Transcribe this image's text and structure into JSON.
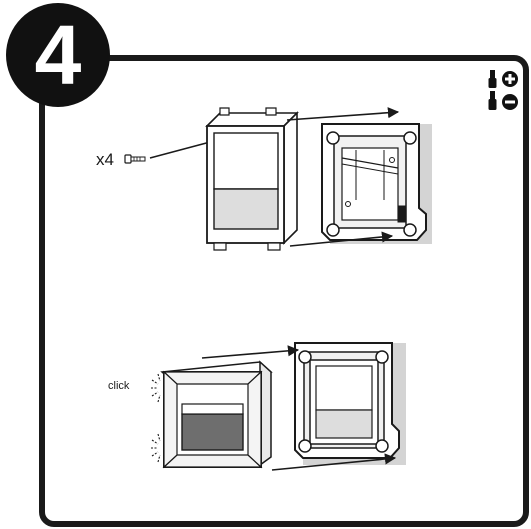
{
  "step": {
    "number": "4",
    "screw_count_label": "x4",
    "click_label": "click"
  },
  "icons": {
    "tool_top": "screwdriver-plus-icon",
    "tool_bottom": "screwdriver-minus-icon"
  },
  "colors": {
    "ink": "#1a1a1a",
    "wall": "#d4d4d4",
    "panel_fill": "#ffffff",
    "light_window": "#e6e6e6",
    "light_face": "#6e6e6e"
  }
}
